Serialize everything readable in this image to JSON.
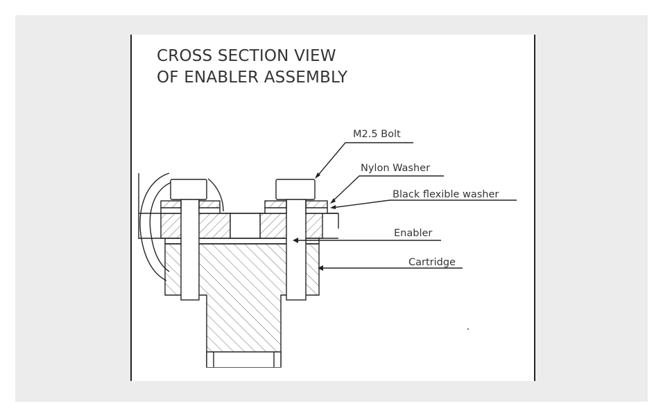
{
  "title": {
    "line1": "CROSS SECTION VIEW",
    "line2": "OF ENABLER ASSEMBLY"
  },
  "labels": {
    "bolt": "M2.5 Bolt",
    "nylon_washer": "Nylon Washer",
    "black_washer": "Black flexible washer",
    "enabler": "Enabler",
    "cartridge": "Cartridge"
  },
  "colors": {
    "line": "#222222",
    "hatch": "#555555",
    "background": "#ececec",
    "sheet": "#ffffff"
  }
}
